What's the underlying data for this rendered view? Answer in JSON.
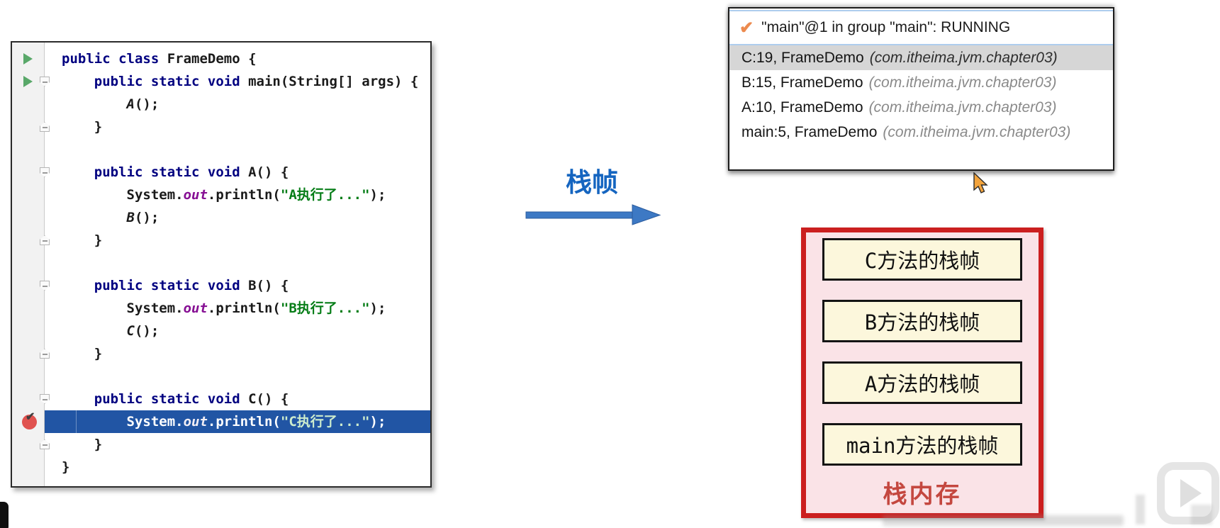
{
  "annotation": {
    "label": "栈帧"
  },
  "editor": {
    "lines": [
      {
        "markers": [
          "run"
        ],
        "segments": [
          [
            "kw",
            "public class "
          ],
          [
            "plain",
            "FrameDemo {"
          ]
        ]
      },
      {
        "markers": [
          "run",
          "fold-open"
        ],
        "segments": [
          [
            "plain",
            "    "
          ],
          [
            "kw",
            "public static void "
          ],
          [
            "plain",
            "main(String[] args) {"
          ]
        ]
      },
      {
        "markers": [],
        "segments": [
          [
            "plain",
            "        "
          ],
          [
            "call",
            "A"
          ],
          [
            "plain",
            "();"
          ]
        ]
      },
      {
        "markers": [
          "fold-close"
        ],
        "segments": [
          [
            "plain",
            "    }"
          ]
        ]
      },
      {
        "markers": [],
        "segments": []
      },
      {
        "markers": [
          "fold-open"
        ],
        "segments": [
          [
            "plain",
            "    "
          ],
          [
            "kw",
            "public static void "
          ],
          [
            "plain",
            "A() {"
          ]
        ]
      },
      {
        "markers": [],
        "segments": [
          [
            "plain",
            "        System."
          ],
          [
            "field",
            "out"
          ],
          [
            "plain",
            ".println("
          ],
          [
            "str",
            "\"A执行了...\""
          ],
          [
            "plain",
            ");"
          ]
        ]
      },
      {
        "markers": [],
        "segments": [
          [
            "plain",
            "        "
          ],
          [
            "call",
            "B"
          ],
          [
            "plain",
            "();"
          ]
        ]
      },
      {
        "markers": [
          "fold-close"
        ],
        "segments": [
          [
            "plain",
            "    }"
          ]
        ]
      },
      {
        "markers": [],
        "segments": []
      },
      {
        "markers": [
          "fold-open"
        ],
        "segments": [
          [
            "plain",
            "    "
          ],
          [
            "kw",
            "public static void "
          ],
          [
            "plain",
            "B() {"
          ]
        ]
      },
      {
        "markers": [],
        "segments": [
          [
            "plain",
            "        System."
          ],
          [
            "field",
            "out"
          ],
          [
            "plain",
            ".println("
          ],
          [
            "str",
            "\"B执行了...\""
          ],
          [
            "plain",
            ");"
          ]
        ]
      },
      {
        "markers": [],
        "segments": [
          [
            "plain",
            "        "
          ],
          [
            "call",
            "C"
          ],
          [
            "plain",
            "();"
          ]
        ]
      },
      {
        "markers": [
          "fold-close"
        ],
        "segments": [
          [
            "plain",
            "    }"
          ]
        ]
      },
      {
        "markers": [],
        "segments": []
      },
      {
        "markers": [
          "fold-open"
        ],
        "segments": [
          [
            "plain",
            "    "
          ],
          [
            "kw",
            "public static void "
          ],
          [
            "plain",
            "C() {"
          ]
        ]
      },
      {
        "markers": [
          "breakpoint"
        ],
        "highlighted": true,
        "segments": [
          [
            "plain",
            "        System."
          ],
          [
            "field",
            "out"
          ],
          [
            "plain",
            ".println("
          ],
          [
            "str",
            "\"C执行了...\""
          ],
          [
            "plain",
            ");"
          ]
        ]
      },
      {
        "markers": [
          "fold-close"
        ],
        "segments": [
          [
            "plain",
            "    }"
          ]
        ]
      },
      {
        "markers": [],
        "segments": [
          [
            "plain",
            "}"
          ]
        ]
      }
    ]
  },
  "debugger": {
    "thread_status": "\"main\"@1 in group \"main\": RUNNING",
    "frames": [
      {
        "location": "C:19, FrameDemo",
        "package": "(com.itheima.jvm.chapter03)",
        "selected": true
      },
      {
        "location": "B:15, FrameDemo",
        "package": "(com.itheima.jvm.chapter03)",
        "selected": false
      },
      {
        "location": "A:10, FrameDemo",
        "package": "(com.itheima.jvm.chapter03)",
        "selected": false
      },
      {
        "location": "main:5, FrameDemo",
        "package": "(com.itheima.jvm.chapter03)",
        "selected": false
      }
    ]
  },
  "stack_diagram": {
    "frames": [
      "C方法的栈帧",
      "B方法的栈帧",
      "A方法的栈帧",
      "main方法的栈帧"
    ],
    "caption": "栈内存"
  },
  "colors": {
    "keyword": "#000080",
    "string": "#067d17",
    "field": "#871094",
    "highlight_line": "#2155a4",
    "breakpoint_red": "#e0524f",
    "run_arrow_green": "#59a869",
    "selected_frame_bg": "#d6d6d6",
    "package_gray": "#8a8a8a",
    "thread_check_orange": "#ec8a4e",
    "separator_blue": "#aecdee",
    "annotation_blue": "#1565c0",
    "arrow_blue": "#3d79c4",
    "diagram_border_red": "#cb1f1f",
    "diagram_bg_pink": "#fae3e7",
    "frame_box_cream": "#fcf7dc",
    "caption_red": "#c4473f"
  }
}
